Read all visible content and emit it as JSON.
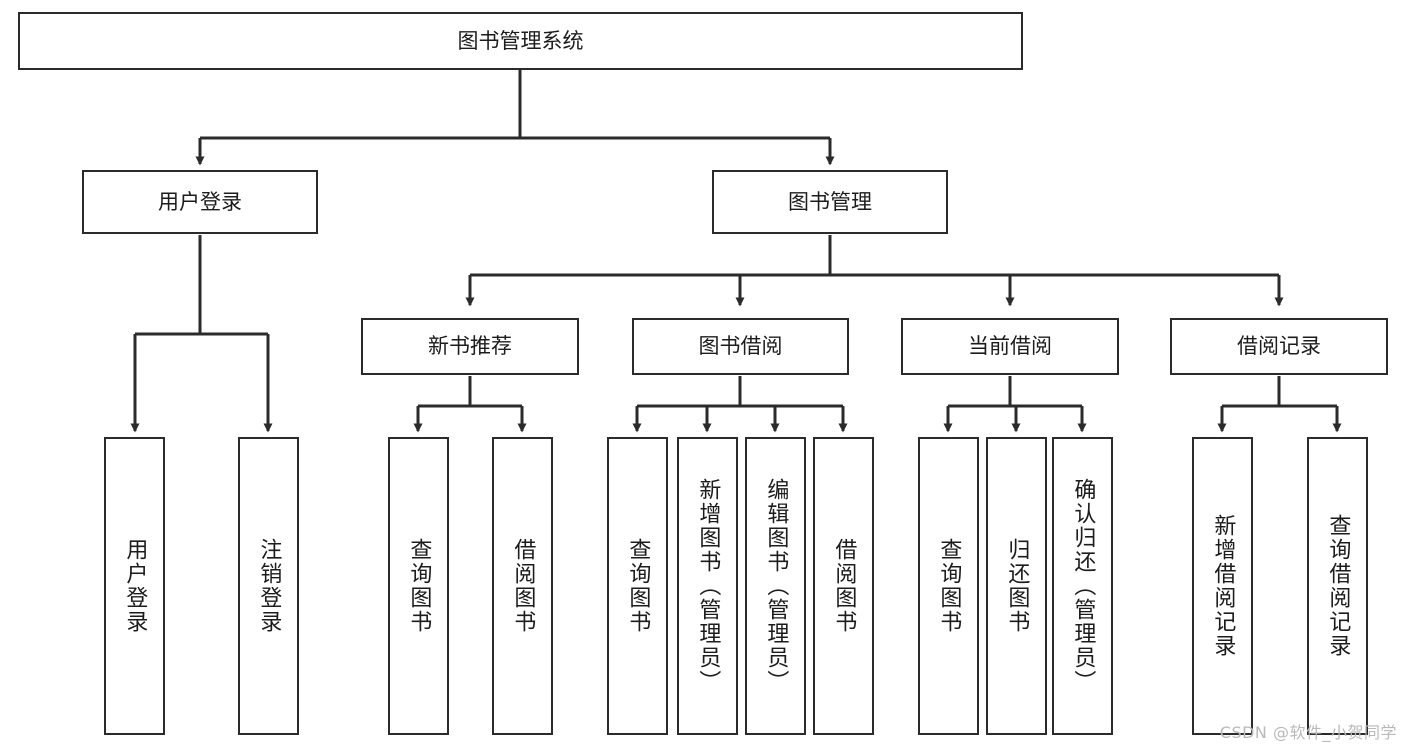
{
  "diagram": {
    "title": "图书管理系统",
    "type": "tree-hierarchy",
    "watermark": "CSDN @软件_小贺同学",
    "colors": {
      "background": "#ffffff",
      "node_border": "#2b2b2b",
      "node_fill": "#ffffff",
      "edge": "#2b2b2b",
      "text": "#1c1c1c",
      "watermark": "#b9b9b9"
    },
    "nodes": {
      "root": {
        "label": "图书管理系统"
      },
      "level2": [
        {
          "id": "user-login",
          "label": "用户登录"
        },
        {
          "id": "book-manage",
          "label": "图书管理"
        }
      ],
      "level3": [
        {
          "id": "new-book-recommend",
          "label": "新书推荐"
        },
        {
          "id": "book-borrow",
          "label": "图书借阅"
        },
        {
          "id": "current-borrow",
          "label": "当前借阅"
        },
        {
          "id": "borrow-record",
          "label": "借阅记录"
        }
      ],
      "leaves": [
        {
          "id": "leaf-user-login",
          "label": "用户登录"
        },
        {
          "id": "leaf-user-logout",
          "label": "注销登录"
        },
        {
          "id": "leaf-query-book-1",
          "label": "查询图书"
        },
        {
          "id": "leaf-borrow-book-1",
          "label": "借阅图书"
        },
        {
          "id": "leaf-query-book-2",
          "label": "查询图书"
        },
        {
          "id": "leaf-add-book-admin",
          "label": "新增图书（管理员）"
        },
        {
          "id": "leaf-edit-book-admin",
          "label": "编辑图书（管理员）"
        },
        {
          "id": "leaf-borrow-book-2",
          "label": "借阅图书"
        },
        {
          "id": "leaf-query-book-3",
          "label": "查询图书"
        },
        {
          "id": "leaf-return-book",
          "label": "归还图书"
        },
        {
          "id": "leaf-confirm-return-admin",
          "label": "确认归还（管理员）"
        },
        {
          "id": "leaf-add-borrow-record",
          "label": "新增借阅记录"
        },
        {
          "id": "leaf-query-borrow-record",
          "label": "查询借阅记录"
        }
      ]
    }
  }
}
